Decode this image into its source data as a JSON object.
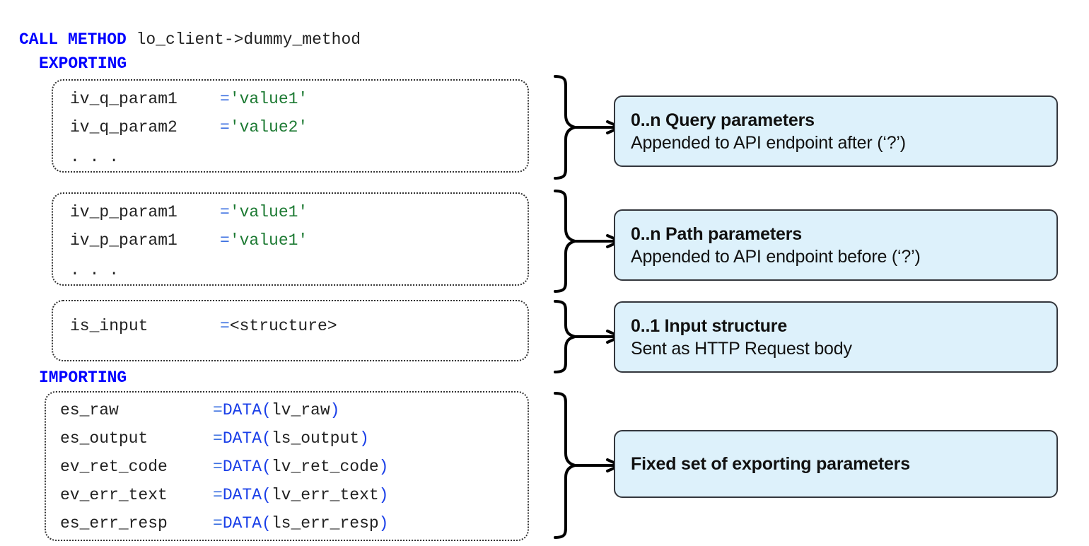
{
  "code": {
    "call_keyword": "CALL METHOD",
    "call_target": " lo_client->dummy_method",
    "exporting_keyword": "EXPORTING",
    "importing_keyword": "IMPORTING",
    "blocks": [
      {
        "id": "query",
        "lines": [
          {
            "name": "iv_q_param1",
            "op": "=",
            "value": "'value1'",
            "value_kind": "string"
          },
          {
            "name": "iv_q_param2",
            "op": "=",
            "value": "'value2'",
            "value_kind": "string"
          },
          {
            "name": ". . .",
            "op": "",
            "value": "",
            "value_kind": "ellipsis"
          }
        ]
      },
      {
        "id": "path",
        "lines": [
          {
            "name": "iv_p_param1",
            "op": "=",
            "value": "'value1'",
            "value_kind": "string"
          },
          {
            "name": "iv_p_param1",
            "op": "=",
            "value": "'value1'",
            "value_kind": "string"
          },
          {
            "name": ". . .",
            "op": "",
            "value": "",
            "value_kind": "ellipsis"
          }
        ]
      },
      {
        "id": "input",
        "lines": [
          {
            "name": "is_input",
            "op": "=",
            "value": "<structure>",
            "value_kind": "plain"
          }
        ]
      },
      {
        "id": "importing",
        "lines": [
          {
            "name": "es_raw",
            "op": "=",
            "value_fn": "DATA",
            "value_arg": "lv_raw",
            "value_kind": "data"
          },
          {
            "name": "es_output",
            "op": "=",
            "value_fn": "DATA",
            "value_arg": "ls_output",
            "value_kind": "data"
          },
          {
            "name": "ev_ret_code",
            "op": "=",
            "value_fn": "DATA",
            "value_arg": "lv_ret_code",
            "value_kind": "data"
          },
          {
            "name": "ev_err_text",
            "op": "=",
            "value_fn": "DATA",
            "value_arg": "lv_err_text",
            "value_kind": "data"
          },
          {
            "name": "es_err_resp",
            "op": "=",
            "value_fn": "DATA",
            "value_arg": "ls_err_resp",
            "value_kind": "data"
          }
        ]
      }
    ]
  },
  "callouts": [
    {
      "id": "query",
      "title": "0..n Query parameters",
      "subtitle": "Appended to API endpoint after (‘?’)"
    },
    {
      "id": "path",
      "title": "0..n Path parameters",
      "subtitle": "Appended to API endpoint before (‘?’)"
    },
    {
      "id": "input",
      "title": "0..1 Input structure",
      "subtitle": "Sent as HTTP Request body"
    },
    {
      "id": "fixed",
      "title": "Fixed set of exporting parameters",
      "subtitle": ""
    }
  ],
  "colors": {
    "keyword_blue": "#0000FF",
    "operator_blue": "#3B6FE0",
    "string_green": "#1D7A33",
    "data_blue": "#1A3FE8",
    "callout_fill": "#DDF1FB",
    "callout_border": "#33363C",
    "code_text": "#222222"
  }
}
